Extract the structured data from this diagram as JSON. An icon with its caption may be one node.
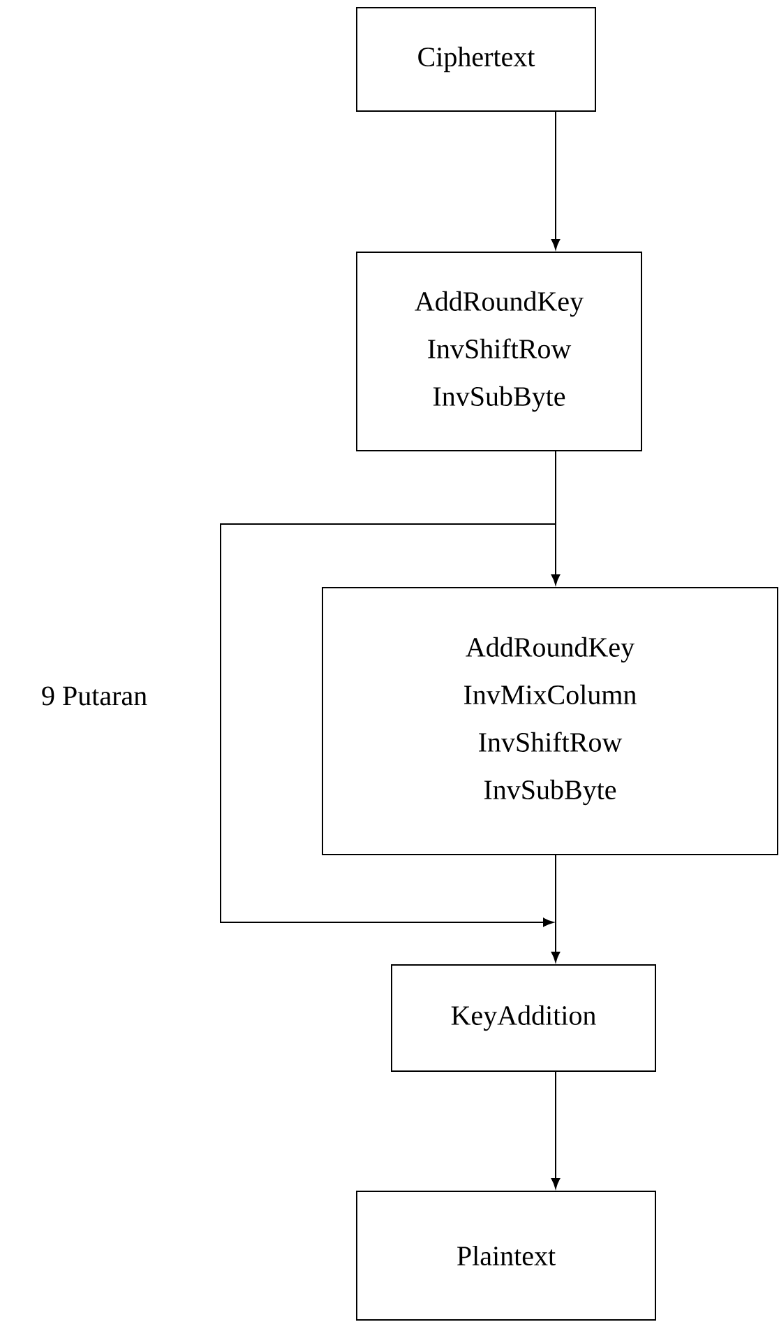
{
  "diagram": {
    "nodes": [
      {
        "text": [
          "Ciphertext"
        ]
      },
      {
        "text": [
          "AddRoundKey",
          "InvShiftRow",
          "InvSubByte"
        ]
      },
      {
        "text": [
          "AddRoundKey",
          "InvMixColumn",
          "InvShiftRow",
          "InvSubByte"
        ]
      },
      {
        "text": [
          "KeyAddition"
        ]
      },
      {
        "text": [
          "Plaintext"
        ]
      }
    ],
    "edges": [
      {
        "from": 0,
        "to": 1,
        "arrow": "to"
      },
      {
        "from": 1,
        "to": 2,
        "arrow": "to"
      },
      {
        "from": 2,
        "to": 3,
        "arrow": "to"
      },
      {
        "from": 3,
        "to": 4,
        "arrow": "to"
      },
      {
        "from": 1,
        "to": 3,
        "arrow": "to"
      }
    ],
    "labels": [
      "9 Putaran"
    ]
  }
}
